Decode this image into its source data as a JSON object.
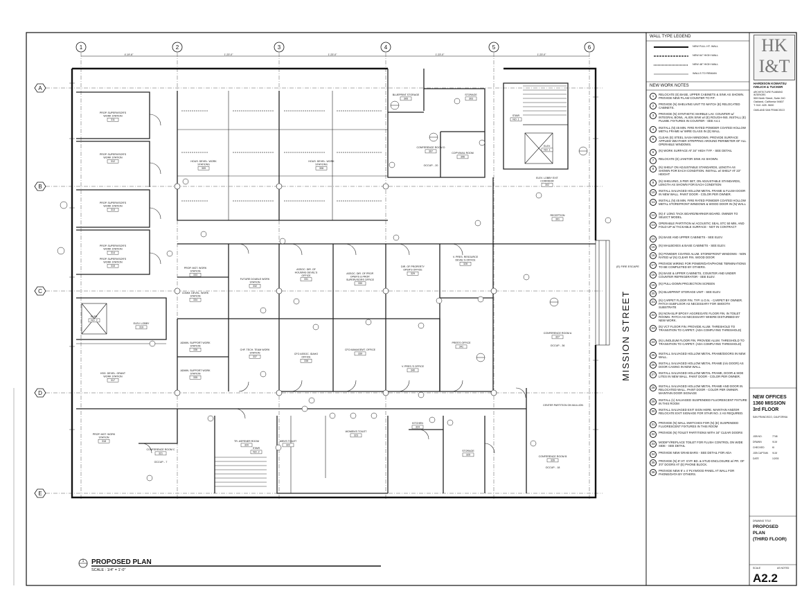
{
  "grid": {
    "columns": [
      "1",
      "2",
      "3",
      "4",
      "5",
      "6"
    ],
    "rows": [
      "A",
      "B",
      "C",
      "D",
      "E"
    ],
    "dims_top": [
      "4'-19'-6\"",
      "1'-23'-0\"",
      "1'-23'-0\"",
      "1'-23'-0\"",
      "1'-23'-0\""
    ]
  },
  "rooms": [
    {
      "id": "r1",
      "name": "PROP. SUPERVISOR'S WORK STATION",
      "num": "311"
    },
    {
      "id": "r2",
      "name": "PROP. SUPERVISOR'S WORK STATION",
      "num": "312"
    },
    {
      "id": "r3",
      "name": "PROP. SUPERVISOR'S WORK STATION",
      "num": "313"
    },
    {
      "id": "r4",
      "name": "PROP. SUPERVISOR'S WORK STATION",
      "num": "314"
    },
    {
      "id": "r5",
      "name": "PROP. SUPERVISOR'S WORK STATION",
      "num": "315"
    },
    {
      "id": "r6",
      "name": "HOUS. DEVEL. WORK STATIONS",
      "num": "309"
    },
    {
      "id": "r7",
      "name": "HOUS. DEVEL. WORK STATIONS",
      "num": "308"
    },
    {
      "id": "r8",
      "name": "BLUEPRINT STORAGE",
      "num": "305"
    },
    {
      "id": "r9",
      "name": "STORAGE",
      "num": "303"
    },
    {
      "id": "r10",
      "name": "STAIR",
      "num": "NO. 1"
    },
    {
      "id": "r11",
      "name": "ELEV.",
      "num": "NO. 1"
    },
    {
      "id": "r12",
      "name": "CONFERENCE ROOM D",
      "num": "307"
    },
    {
      "id": "r13",
      "name": "COPY/MAIL ROOM",
      "num": "306"
    },
    {
      "id": "r14",
      "name": "ELEV. LOBBY EXIT CORRIDOR",
      "num": "302"
    },
    {
      "id": "r15",
      "name": "RECEPTION",
      "num": "301"
    },
    {
      "id": "r16",
      "name": "PROP. MGT. WORK STATION",
      "num": "333"
    },
    {
      "id": "r17",
      "name": "FUTURE DOUBLE WORK STATION",
      "num": "332"
    },
    {
      "id": "r18",
      "name": "ASSOC. DIR. OF HOUSING DEVEL'S OFFICE",
      "num": "331"
    },
    {
      "id": "r19",
      "name": "ASSOC. DIR. OF PROP. OPER'S & PROP. SUPERVISORS OFFICE",
      "num": "330"
    },
    {
      "id": "r20",
      "name": "DIR. OF PROPERTY OPER'S OFFICE",
      "num": "329"
    },
    {
      "id": "r21",
      "name": "V. PRES. RESOURCE DEVEL'S OFFICE",
      "num": "328"
    },
    {
      "id": "r22",
      "name": "COMM. DEVEL. WORK STATION",
      "num": "334"
    },
    {
      "id": "r23",
      "name": "ELEV.",
      "num": "NO. 2"
    },
    {
      "id": "r24",
      "name": "ELEV. LOBBY",
      "num": "319"
    },
    {
      "id": "r25",
      "name": "ADMIN. SUPPORT WORK STATION",
      "num": "336"
    },
    {
      "id": "r26",
      "name": "CHF. TECH. TEAM WORK STATION",
      "num": "337"
    },
    {
      "id": "r27",
      "name": "CFO ASSOC. IDAHO OFFICE",
      "num": "338"
    },
    {
      "id": "r28",
      "name": "CFO MANAGEMT. OFFICE",
      "num": "339"
    },
    {
      "id": "r29",
      "name": "V. PRES.'S OFFICE",
      "num": "340"
    },
    {
      "id": "r30",
      "name": "PRES'S OFFICE",
      "num": "341"
    },
    {
      "id": "r31",
      "name": "CONFERENCE ROOM A",
      "num": "327"
    },
    {
      "id": "r32",
      "name": "ADMIN. SUPPORT WORK STATION",
      "num": "335"
    },
    {
      "id": "r33",
      "name": "HSG. DEVEL. GRANT WORK STATION",
      "num": "317"
    },
    {
      "id": "r34",
      "name": "PROP. MGT. WORK STATION",
      "num": "318"
    },
    {
      "id": "r35",
      "name": "CONFERENCE ROOM C",
      "num": "321"
    },
    {
      "id": "r36",
      "name": "TR. ASPENER ROOM",
      "num": "320"
    },
    {
      "id": "r37",
      "name": "STAIR",
      "num": "NO. 2"
    },
    {
      "id": "r38",
      "name": "MEN'S TOILET",
      "num": "322"
    },
    {
      "id": "r39",
      "name": "WOMEN'S TOILET",
      "num": "323"
    },
    {
      "id": "r40",
      "name": "KITCHEN",
      "num": "324"
    },
    {
      "id": "r41",
      "name": "STORAGE",
      "num": "325"
    },
    {
      "id": "r42",
      "name": "CONFERENCE ROOM B",
      "num": "326"
    }
  ],
  "annotations": {
    "street": "MISSION STREET",
    "fire_escape": "(E) FIRE ESCAPE",
    "center_partition": "CENTER PARTITION ON MULLION",
    "occ_d": "OCCUP. - 20",
    "occ_a": "OCCUP. - 36",
    "occ_c": "OCCUP. - 7",
    "occ_b": "OCCUP. - 18"
  },
  "plan_title": {
    "label": "PROPOSED PLAN",
    "scale": "SCALE : 1/4\" = 1'-0\"",
    "callout": "1"
  },
  "wall_legend": {
    "title": "WALL TYPE LEGEND",
    "items": [
      "NEW FULL HT. WALL",
      "NEW 64\" HIGH WALL",
      "NEW 48\" HIGH WALL",
      "WALLS TO REMAIN"
    ]
  },
  "notes": {
    "title": "NEW WORK NOTES",
    "items": [
      {
        "n": "1",
        "t": "RELOCATE (E) BASE, UPPER CABINETS & SINK AS SHOWN. PROVIDE NEW P.LAM COUNTER TO FIT."
      },
      {
        "n": "2",
        "t": "PROVIDE (N) SHELVING UNIT TO MATCH (E) RELOCATED CABINETS."
      },
      {
        "n": "3",
        "t": "PROVIDE (N) SYNTHETIC MARBLE LAV. COUNTER w/ INTEGRAL BOWL. ALIGN SINK w/ (E) ROUGH-INS. INSTALL (E) PLUMB. FIXTURES IN COUNTER - SEE A4.1"
      },
      {
        "n": "4",
        "t": "INSTALL (N) 45 MIN. FIRE RATED POWDER COATED HOLLOW METAL FRAME w/ WIRE GLASS IN (E) WALL"
      },
      {
        "n": "5",
        "t": "CLEAN (E) STEEL SASH WINDOWS. PROVIDE SURFACE APPLIED WEATHER STRIPPING AROUND PERIMETER OF ALL OPERABLE WINDOWS."
      },
      {
        "n": "6",
        "t": "(N) WORK SURFACE AT 34\" HIGH TYP. - SEE DETAIL"
      },
      {
        "n": "7",
        "t": "RELOCATE (E) JANITOR SINK AS SHOWN."
      },
      {
        "n": "8",
        "t": "(N) SHELF ON ADJUSTABLE STANDARDS, LENGTH AS SHOWN FOR EACH CONDITION. INSTALL w/ SHELF AT 23\" HEIGHT"
      },
      {
        "n": "9",
        "t": "(N) SHELVING, 5 PER SET, ON ADJUSTABLE STANDARDS, LENGTH AS SHOWN FOR EACH CONDITION"
      },
      {
        "n": "10",
        "t": "INSTALL SALVAGED HOLLOW METAL FRAME & FLUSH DOOR IN NEW WALL. PAINT DOOR - COLOR PER OWNER."
      },
      {
        "n": "11",
        "t": "INSTALL (N) 45 MIN. FIRE RATED POWDER COATED HOLLOW METAL STOREFRONT WINDOWS & WOOD DOOR IN (N) WALL"
      },
      {
        "n": "12",
        "t": "(N) 4' LONG TACK BOARD/MARKER BOARD. OWNER TO SELECT MODEL."
      },
      {
        "n": "13",
        "t": "OPERABLE PARTITION w/ ACOUSTIC SEAL STC 50 MIN. AND FOLD-UP w/ TACKABLE SURFACE - NOT IN CONTRACT"
      },
      {
        "n": "14",
        "t": "(N) BASE AND UPPER CABINETS - SEE ELEV."
      },
      {
        "n": "15",
        "t": "(N) MAILBOXES & BASE CABINETS - SEE ELEV."
      },
      {
        "n": "16",
        "t": "(N) POWDER COATED ALUM. STOREFRONT WINDOWS - NON RATED w/ (N) CLEAR FIN. WOOD DOOR"
      },
      {
        "n": "17",
        "t": "PROVIDE WIRING FOR POWER/DATA/PHONE TERMINATIONS TO BE COMPLETED BY OTHERS."
      },
      {
        "n": "18",
        "t": "(N) BASE & UPPER CABINETS, COUNTER AND UNDER COUNTER REFRIGERATOR - SEE ELEV."
      },
      {
        "n": "19",
        "t": "(N) PULL-DOWN PROJECTION SCREEN"
      },
      {
        "n": "20",
        "t": "(N) BLUEPRINT STORAGE UNIT - SEE ELEV."
      },
      {
        "n": "21",
        "t": "(N) CARPET FLOOR FIN. TYP. U.O.N. - CARPET BY OWNER. PATCH SUBFLOOR AS NECESSARY FOR SMOOTH SUBSTRATE"
      },
      {
        "n": "22",
        "t": "(N) NON-SLIP EPOXY AGGREGATE FLOOR FIN. IN TOILET ROOMS. PATCH AS NECESSARY WHERE DISTURBED BY NEW WORK."
      },
      {
        "n": "23",
        "t": "(N) VCT FLOOR FIN. PROVIDE ALUM. THRESHOLD TO TRANSITION TO CARPET. (ADA COMPLYING THRESHOLD)"
      },
      {
        "n": "24",
        "t": "(N) LINOLEUM FLOOR FIN. PROVIDE ALUM. THRESHOLD TO TRANSITION TO CARPET. (ADA COMPLYING THRESHOLD)"
      },
      {
        "n": "25",
        "t": "INSTALL SALVAGED HOLLOW METAL FRAME/DOORS IN NEW WALL."
      },
      {
        "n": "26",
        "t": "INSTALL SALVAGED HOLLOW METAL FRAME (n/o DOOR) AS DOOR CASING IN NEW WALL."
      },
      {
        "n": "27",
        "t": "INSTALL SALVAGED HOLLOW METAL FRAME, DOOR & SIDE LITES IN NEW WALL. PAINT DOOR - COLOR PER OWNER."
      },
      {
        "n": "28",
        "t": "INSTALL SALVAGED HOLLOW METAL FRAME AND DOOR IN RELOCATED WALL. PAINT DOOR - COLOR PER OWNER. MAINTAIN DOOR SIGNAGE"
      },
      {
        "n": "29",
        "t": "INSTALL (1) SALVAGED SUSPENDED FLUORESCENT FIXTURE IN THIS ROOM"
      },
      {
        "n": "30",
        "t": "INSTALL SALVAGED EXIT SIGN HERE. MAINTAIN AND/OR RELOCATE EXIT SIGNAGE FOR STAIR NO. 2 AS REQUIRED."
      },
      {
        "n": "31",
        "t": "PROVIDE (N) WALL SWITCHES FOR (N) (E) SUSPENDED FLUORESCENT FIXTURES IN THIS ROOM"
      },
      {
        "n": "32",
        "t": "PROVIDE (N) TOILET PARTITIONS WITH 34\" CLEAR DOORS"
      },
      {
        "n": "33",
        "t": "MODIFY/REPLACE TOILET FOR FLUSH CONTROL ON WIDE SIDE - SEE DETAIL"
      },
      {
        "n": "34",
        "t": "PROVIDE NEW GRAB BARS - SEE DETAIL FOR ADA"
      },
      {
        "n": "35",
        "t": "PROVIDE (N) 8' HT. GYP. BD. & STUD ENCLOSURE w/ PR. OF 3'0\" DOORS AT (E) PHONE BLOCK."
      },
      {
        "n": "36",
        "t": "PROVIDE NEW 8' x 4' PLYWOOD PANEL AT WALL FOR PHONE/DATA BY OTHERS."
      }
    ]
  },
  "firm": {
    "logo_top": "HK",
    "logo_bottom": "I&T",
    "name": "HARDISON KOMATSU IVELICH & TUCKER",
    "sub": "ARCHITECTURE PLANNING INTERIORS",
    "address1": "559 Ninth Street, Suite 240",
    "address2": "Oakland, California 94607",
    "phone": "T: 510 .625 .9630",
    "cities": "OAKLAND   SAN FRANCISCO"
  },
  "project": {
    "line1": "NEW OFFICES",
    "line2": "1360 MISSION",
    "line3": "3rd FLOOR",
    "city": "SAN FRANCISCO, CALIFORNIA",
    "fields": [
      {
        "label": "JOB NO.",
        "value": "7748"
      },
      {
        "label": "DRAWN",
        "value": "VLM"
      },
      {
        "label": "CHECKED",
        "value": "KI"
      },
      {
        "label": "JOB CAPTAIN",
        "value": "VLM"
      },
      {
        "label": "DATE",
        "value": "1/2/03"
      }
    ]
  },
  "drawing": {
    "title_label": "DRAWING TITLE",
    "title1": "PROPOSED",
    "title2": "PLAN",
    "title3": "(THIRD FLOOR)",
    "scale_label": "SCALE",
    "scale_value": "AS NOTED",
    "sheet": "A2.2"
  }
}
